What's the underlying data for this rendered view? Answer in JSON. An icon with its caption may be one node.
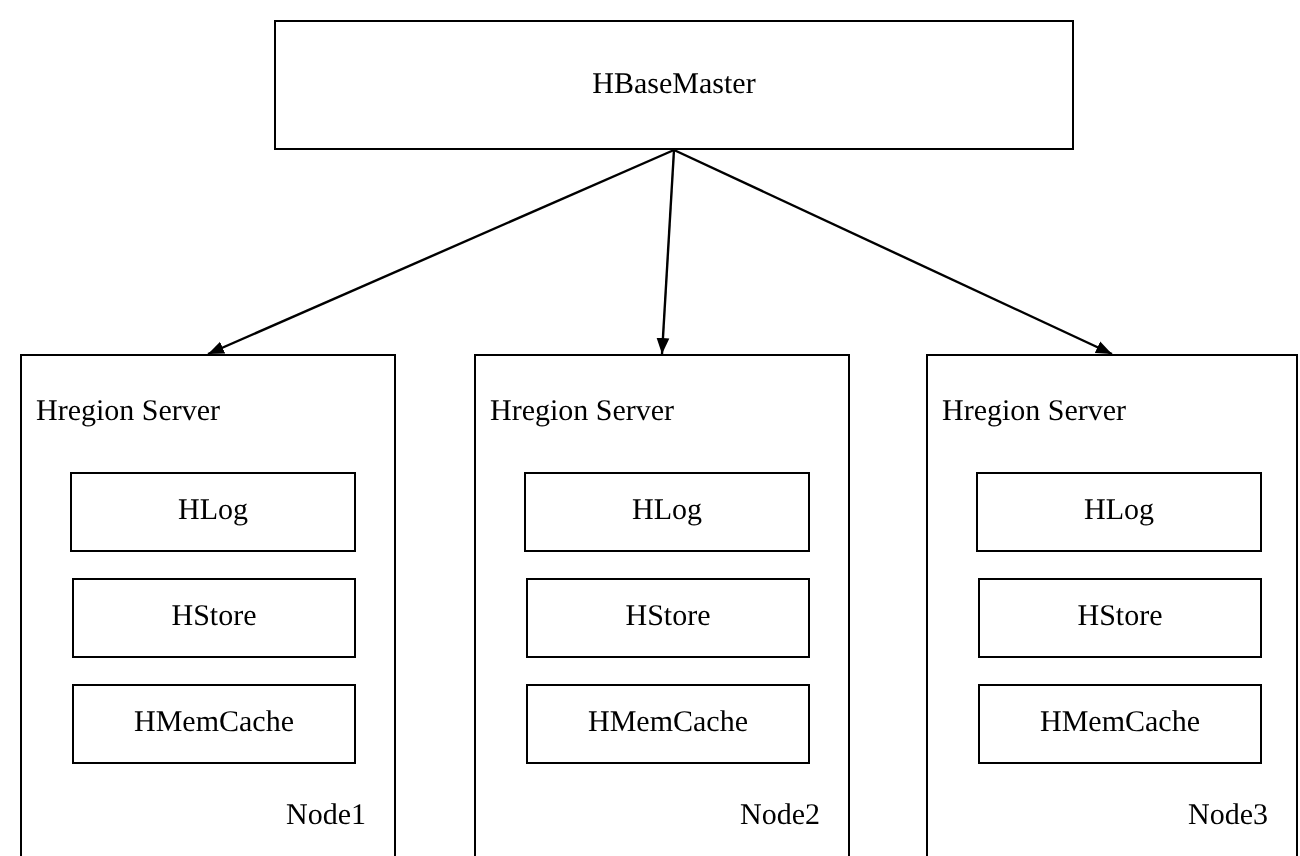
{
  "diagram": {
    "nodes": [
      {
        "text": [
          "HBaseMaster"
        ]
      },
      {
        "text": [
          "Hregion Server",
          "Node1"
        ]
      },
      {
        "text": [
          "HLog"
        ],
        "in": 1
      },
      {
        "text": [
          "HStore"
        ],
        "in": 1
      },
      {
        "text": [
          "HMemCache"
        ],
        "in": 1
      },
      {
        "text": [
          "Hregion Server",
          "Node2"
        ]
      },
      {
        "text": [
          "HLog"
        ],
        "in": 5
      },
      {
        "text": [
          "HStore"
        ],
        "in": 5
      },
      {
        "text": [
          "HMemCache"
        ],
        "in": 5
      },
      {
        "text": [
          "Hregion Server",
          "Node3"
        ]
      },
      {
        "text": [
          "HLog"
        ],
        "in": 9
      },
      {
        "text": [
          "HStore"
        ],
        "in": 9
      },
      {
        "text": [
          "HMemCache"
        ],
        "in": 9
      }
    ],
    "edges": [
      {
        "from": 0,
        "to": 1,
        "arrow": "to"
      },
      {
        "from": 0,
        "to": 5,
        "arrow": "to"
      },
      {
        "from": 0,
        "to": 9,
        "arrow": "to"
      }
    ]
  }
}
